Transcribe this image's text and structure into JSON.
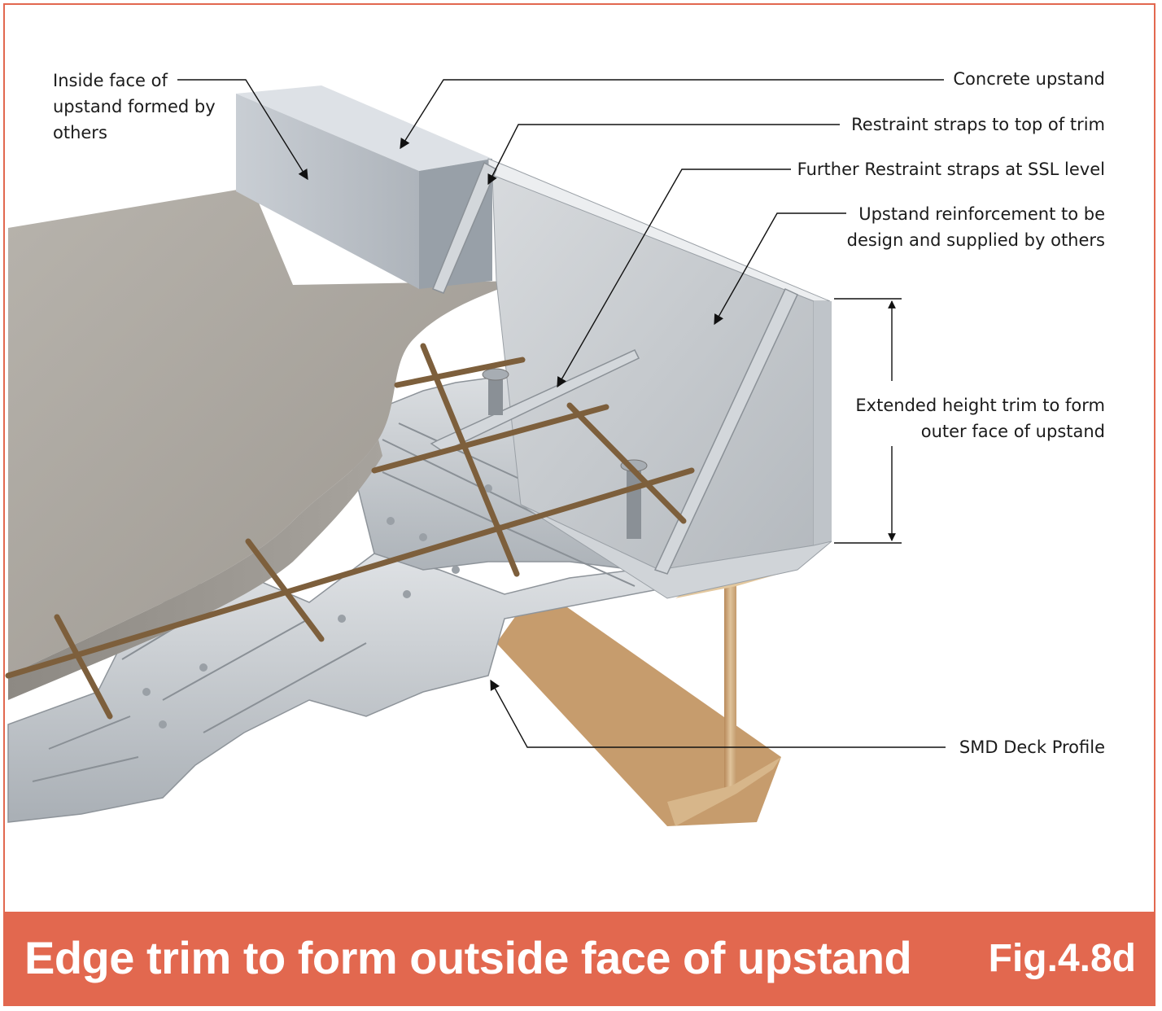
{
  "labels": {
    "inside_face": "Inside face of upstand formed by others",
    "concrete_upstand": "Concrete upstand",
    "restraint_top": "Restraint straps to top of trim",
    "further_restraint": "Further Restraint straps at SSL level",
    "reinforcement": "Upstand reinforcement to be design and supplied by others",
    "extended_trim": "Extended height trim to form outer face of upstand",
    "deck_profile": "SMD Deck Profile"
  },
  "footer": {
    "title": "Edge trim to form outside face of upstand",
    "figure": "Fig.4.8d"
  },
  "colors": {
    "accent": "#e2684f",
    "concrete": "#a9a59e",
    "steel_trim": "#c9cdd1",
    "beam": "#c9a57a",
    "rebar": "#7d5f3c"
  }
}
